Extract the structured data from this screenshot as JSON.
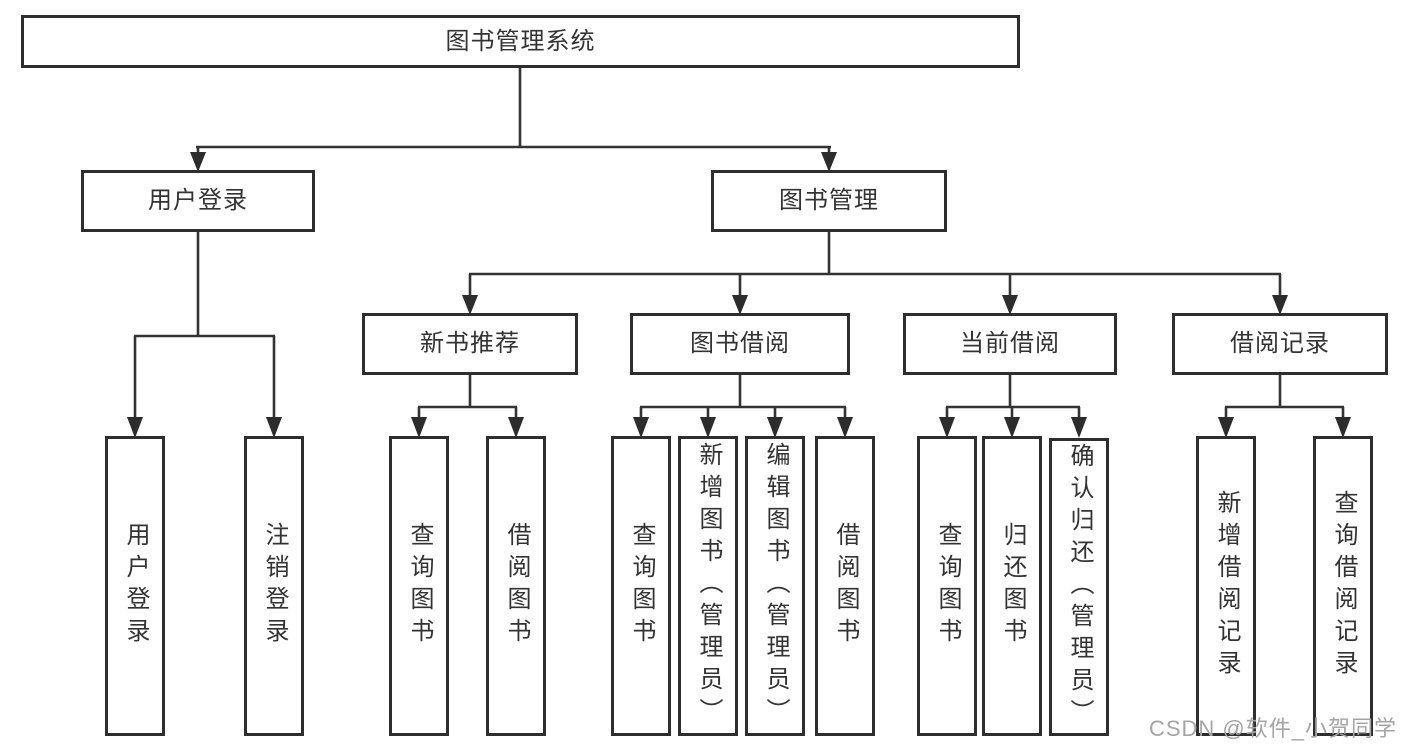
{
  "colors": {
    "line": "#333333",
    "box_border": "#2e2e2e",
    "text": "#333333",
    "watermark": "#a5a5a5",
    "background": "#ffffff"
  },
  "watermark": "CSDN @软件_小贺同学",
  "tree": {
    "root": "图书管理系统",
    "children": [
      {
        "label": "用户登录",
        "children": [
          {
            "label": "用户登录"
          },
          {
            "label": "注销登录"
          }
        ]
      },
      {
        "label": "图书管理",
        "children": [
          {
            "label": "新书推荐",
            "children": [
              {
                "label": "查询图书"
              },
              {
                "label": "借阅图书"
              }
            ]
          },
          {
            "label": "图书借阅",
            "children": [
              {
                "label": "查询图书"
              },
              {
                "label": "新增图书（管理员）"
              },
              {
                "label": "编辑图书（管理员）"
              },
              {
                "label": "借阅图书"
              }
            ]
          },
          {
            "label": "当前借阅",
            "children": [
              {
                "label": "查询图书"
              },
              {
                "label": "归还图书"
              },
              {
                "label": "确认归还（管理员）"
              }
            ]
          },
          {
            "label": "借阅记录",
            "children": [
              {
                "label": "新增借阅记录"
              },
              {
                "label": "查询借阅记录"
              }
            ]
          }
        ]
      }
    ]
  }
}
